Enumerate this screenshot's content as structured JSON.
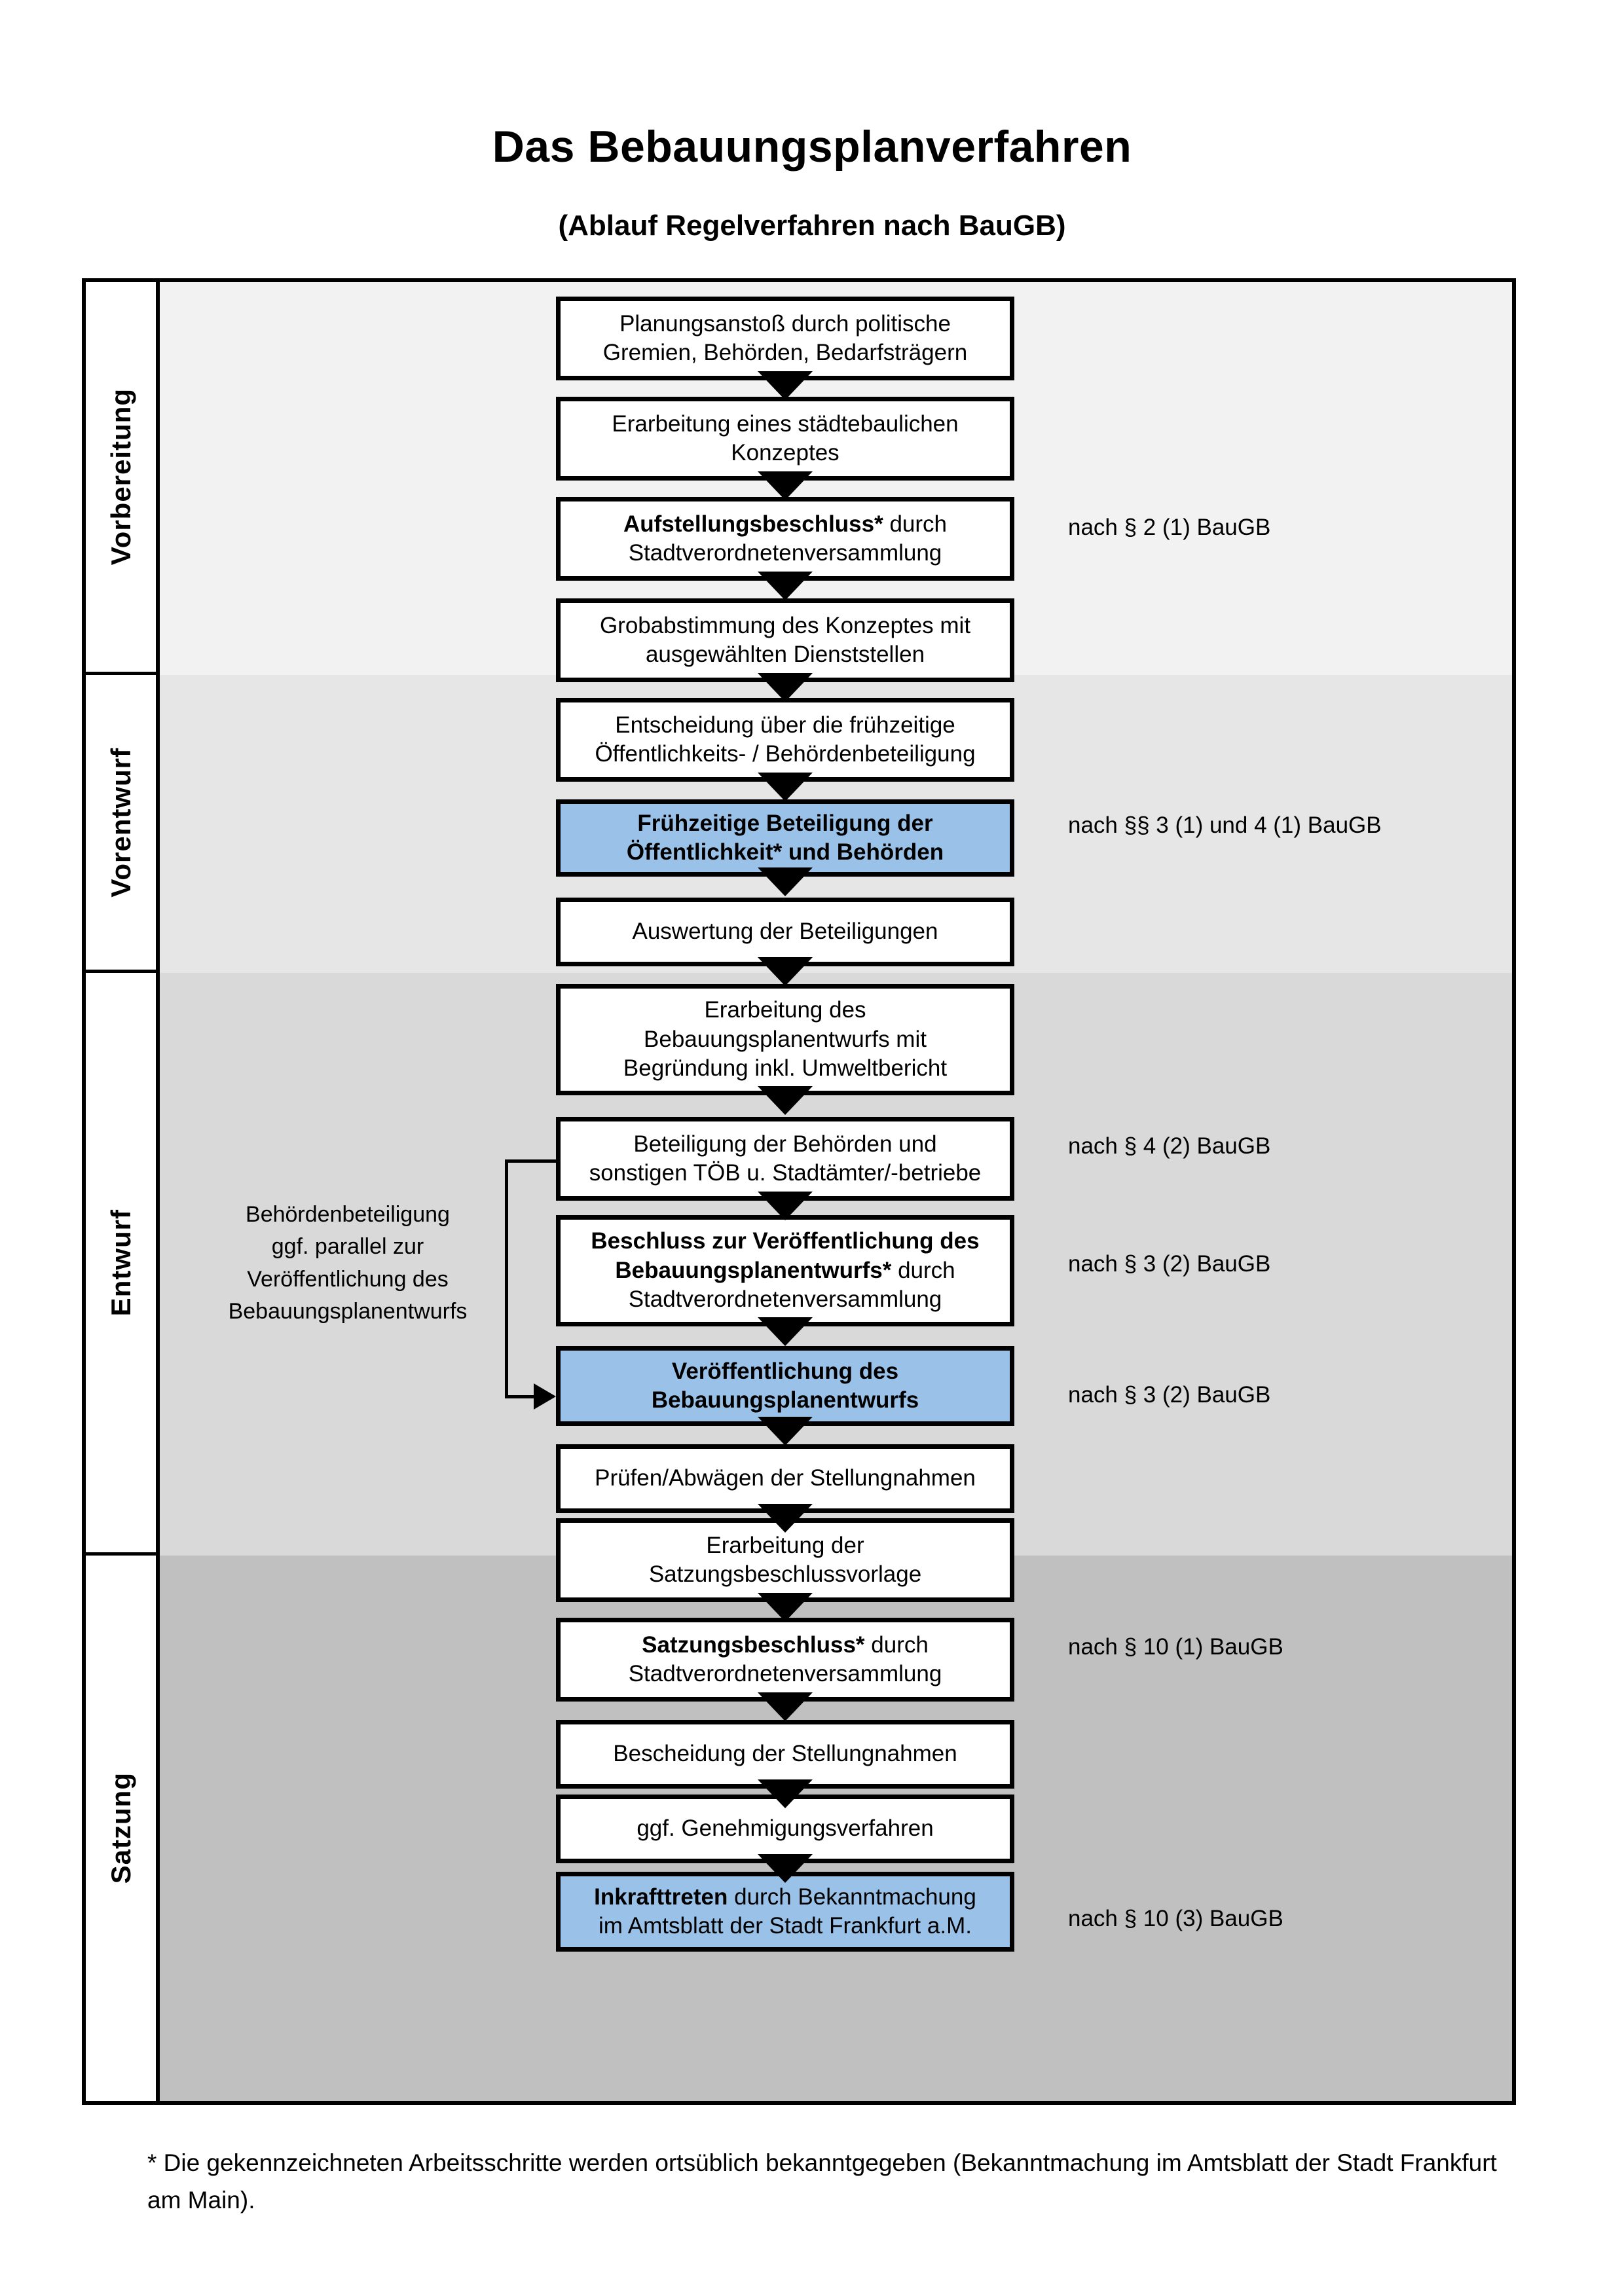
{
  "title": "Das Bebauungsplanverfahren",
  "subtitle": "(Ablauf Regelverfahren nach BauGB)",
  "colors": {
    "highlight_blue": "#9AC2E8",
    "band_vorbereitung": "#F2F2F2",
    "band_vorentwurf": "#E6E6E6",
    "band_entwurf": "#D9D9D9",
    "band_satzung": "#C0C0C0",
    "outline": "#000000"
  },
  "phases": [
    {
      "label": "Vorbereitung"
    },
    {
      "label": "Vorentwurf"
    },
    {
      "label": "Entwurf"
    },
    {
      "label": "Satzung"
    }
  ],
  "sidenote": "Behördenbeteiligung ggf. parallel zur Veröffentlichung des Bebauungsplanentwurfs",
  "sidenote_lines": [
    "Behördenbeteiligung",
    "ggf. parallel zur",
    "Veröffentlichung des",
    "Bebauungsplanentwurfs"
  ],
  "steps": [
    {
      "id": "planungsanstoss",
      "phase": "Vorbereitung",
      "highlight": false,
      "lines": [
        [
          {
            "text": "Planungsanstoß durch politische",
            "bold": false
          }
        ],
        [
          {
            "text": "Gremien, Behörden, Bedarfsträgern",
            "bold": false
          }
        ]
      ]
    },
    {
      "id": "staedtebauliches-konzept",
      "phase": "Vorbereitung",
      "highlight": false,
      "lines": [
        [
          {
            "text": "Erarbeitung eines städtebaulichen",
            "bold": false
          }
        ],
        [
          {
            "text": "Konzeptes",
            "bold": false
          }
        ]
      ]
    },
    {
      "id": "aufstellungsbeschluss",
      "phase": "Vorbereitung",
      "highlight": false,
      "lines": [
        [
          {
            "text": "Aufstellungsbeschluss*",
            "bold": true
          },
          {
            "text": " durch",
            "bold": false
          }
        ],
        [
          {
            "text": "Stadtverordnetenversammlung",
            "bold": false
          }
        ]
      ]
    },
    {
      "id": "grobabstimmung",
      "phase": "Vorentwurf",
      "highlight": false,
      "lines": [
        [
          {
            "text": "Grobabstimmung des Konzeptes mit",
            "bold": false
          }
        ],
        [
          {
            "text": "ausgewählten Dienststellen",
            "bold": false
          }
        ]
      ]
    },
    {
      "id": "entscheidung-fruehzeitige-beteiligung",
      "phase": "Vorentwurf",
      "highlight": false,
      "lines": [
        [
          {
            "text": "Entscheidung über die frühzeitige",
            "bold": false
          }
        ],
        [
          {
            "text": "Öffentlichkeits- / Behördenbeteiligung",
            "bold": false
          }
        ]
      ]
    },
    {
      "id": "fruehzeitige-beteiligung",
      "phase": "Vorentwurf",
      "highlight": true,
      "lines": [
        [
          {
            "text": "Frühzeitige Beteiligung der",
            "bold": true
          }
        ],
        [
          {
            "text": "Öffentlichkeit* und Behörden",
            "bold": true
          }
        ]
      ]
    },
    {
      "id": "auswertung-beteiligungen",
      "phase": "Entwurf",
      "highlight": false,
      "lines": [
        [
          {
            "text": "Auswertung der Beteiligungen",
            "bold": false
          }
        ]
      ]
    },
    {
      "id": "erarbeitung-bebauungsplanentwurf",
      "phase": "Entwurf",
      "highlight": false,
      "lines": [
        [
          {
            "text": "Erarbeitung des",
            "bold": false
          }
        ],
        [
          {
            "text": "Bebauungsplanentwurfs mit",
            "bold": false
          }
        ],
        [
          {
            "text": "Begründung inkl. Umweltbericht",
            "bold": false
          }
        ]
      ]
    },
    {
      "id": "beteiligung-behoerden-toeb",
      "phase": "Entwurf",
      "highlight": false,
      "lines": [
        [
          {
            "text": "Beteiligung der Behörden und",
            "bold": false
          }
        ],
        [
          {
            "text": "sonstigen TÖB u. Stadtämter/-betriebe",
            "bold": false
          }
        ]
      ]
    },
    {
      "id": "beschluss-veroeffentlichung",
      "phase": "Entwurf",
      "highlight": false,
      "lines": [
        [
          {
            "text": "Beschluss zur Veröffentlichung des",
            "bold": true
          }
        ],
        [
          {
            "text": "Bebauungsplanentwurfs*",
            "bold": true
          },
          {
            "text": " durch",
            "bold": false
          }
        ],
        [
          {
            "text": "Stadtverordnetenversammlung",
            "bold": false
          }
        ]
      ]
    },
    {
      "id": "veroeffentlichung-bebauungsplanentwurf",
      "phase": "Entwurf",
      "highlight": true,
      "lines": [
        [
          {
            "text": "Veröffentlichung des",
            "bold": true
          }
        ],
        [
          {
            "text": "Bebauungsplanentwurfs",
            "bold": true
          }
        ]
      ]
    },
    {
      "id": "pruefen-abwaegen",
      "phase": "Satzung",
      "highlight": false,
      "lines": [
        [
          {
            "text": "Prüfen/Abwägen der Stellungnahmen",
            "bold": false
          }
        ]
      ]
    },
    {
      "id": "erarbeitung-satzungsbeschlussvorlage",
      "phase": "Satzung",
      "highlight": false,
      "lines": [
        [
          {
            "text": "Erarbeitung der",
            "bold": false
          }
        ],
        [
          {
            "text": "Satzungsbeschlussvorlage",
            "bold": false
          }
        ]
      ]
    },
    {
      "id": "satzungsbeschluss",
      "phase": "Satzung",
      "highlight": false,
      "lines": [
        [
          {
            "text": "Satzungsbeschluss*",
            "bold": true
          },
          {
            "text": " durch",
            "bold": false
          }
        ],
        [
          {
            "text": "Stadtverordnetenversammlung",
            "bold": false
          }
        ]
      ]
    },
    {
      "id": "bescheidung-stellungnahmen",
      "phase": "Satzung",
      "highlight": false,
      "lines": [
        [
          {
            "text": "Bescheidung der Stellungnahmen",
            "bold": false
          }
        ]
      ]
    },
    {
      "id": "genehmigungsverfahren",
      "phase": "Satzung",
      "highlight": false,
      "lines": [
        [
          {
            "text": "ggf. Genehmigungsverfahren",
            "bold": false
          }
        ]
      ]
    },
    {
      "id": "inkrafttreten",
      "phase": "Satzung",
      "highlight": true,
      "lines": [
        [
          {
            "text": "Inkrafttreten",
            "bold": true
          },
          {
            "text": " durch Bekanntmachung",
            "bold": false
          }
        ],
        [
          {
            "text": "im Amtsblatt der Stadt Frankfurt a.M.",
            "bold": false
          }
        ]
      ]
    }
  ],
  "references": [
    {
      "id": "ref-aufstellungsbeschluss",
      "text": "nach § 2 (1) BauGB"
    },
    {
      "id": "ref-fruehzeitige-beteiligung",
      "text": "nach §§ 3 (1) und 4 (1) BauGB"
    },
    {
      "id": "ref-toeb",
      "text": "nach § 4 (2) BauGB"
    },
    {
      "id": "ref-beschluss-veroeffentlichung",
      "text": "nach § 3 (2) BauGB"
    },
    {
      "id": "ref-veroeffentlichung",
      "text": "nach § 3 (2) BauGB"
    },
    {
      "id": "ref-satzungsbeschluss",
      "text": "nach § 10 (1) BauGB"
    },
    {
      "id": "ref-inkrafttreten",
      "text": "nach § 10 (3) BauGB"
    }
  ],
  "footnote": "* Die gekennzeichneten Arbeitsschritte werden ortsüblich bekanntgegeben (Bekanntmachung im Amtsblatt  der Stadt Frankfurt am Main)."
}
